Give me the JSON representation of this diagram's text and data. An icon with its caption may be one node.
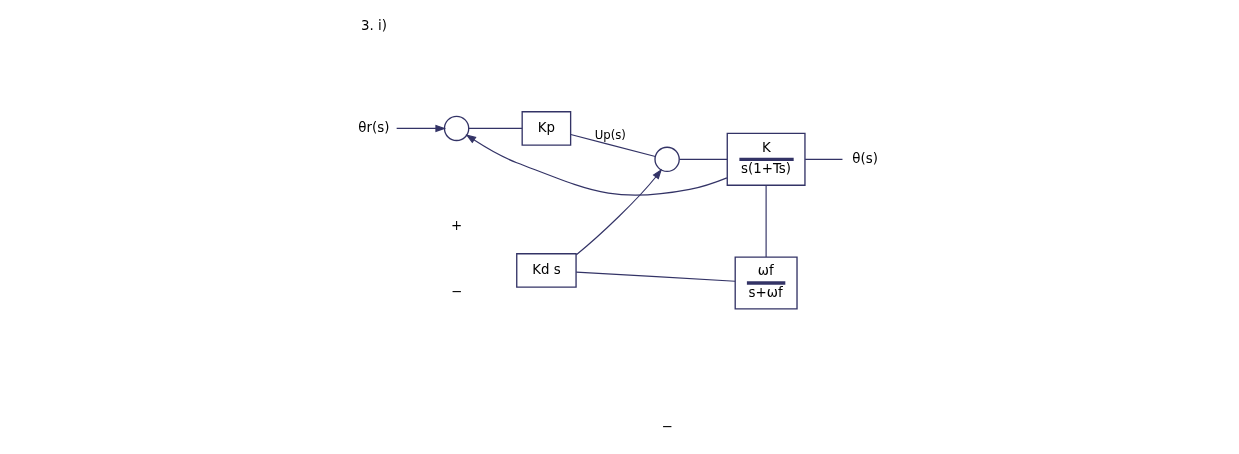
{
  "diagram": {
    "nodes": [
      {
        "text": [
          "θr(s)"
        ]
      },
      {
        "text": [],
        "shape": "circle"
      },
      {
        "text": [
          "Kp"
        ]
      },
      {
        "text": [],
        "shape": "circle"
      },
      {
        "text": [
          "K",
          "s(1+Ts)"
        ]
      },
      {
        "text": [
          "θ(s)"
        ]
      },
      {
        "text": [
          "Kd s"
        ]
      },
      {
        "text": [
          "ωf",
          "s+ωf"
        ]
      }
    ],
    "edges": [
      {
        "from": 0,
        "to": 1,
        "arrow": "to"
      },
      {
        "from": 1,
        "to": 2,
        "arrow": "none"
      },
      {
        "from": 2,
        "to": 3,
        "arrow": "none",
        "label": "Up(s)"
      },
      {
        "from": 3,
        "to": 4,
        "arrow": "none"
      },
      {
        "from": 4,
        "to": 5,
        "arrow": "none"
      },
      {
        "from": 4,
        "to": 7,
        "arrow": "none"
      },
      {
        "from": 7,
        "to": 6,
        "arrow": "none"
      },
      {
        "from": 6,
        "to": 3,
        "arrow": "to"
      },
      {
        "from": 4,
        "to": 1,
        "arrow": "to"
      }
    ],
    "labels": [
      "3. i)",
      "+",
      "−",
      "−"
    ]
  }
}
